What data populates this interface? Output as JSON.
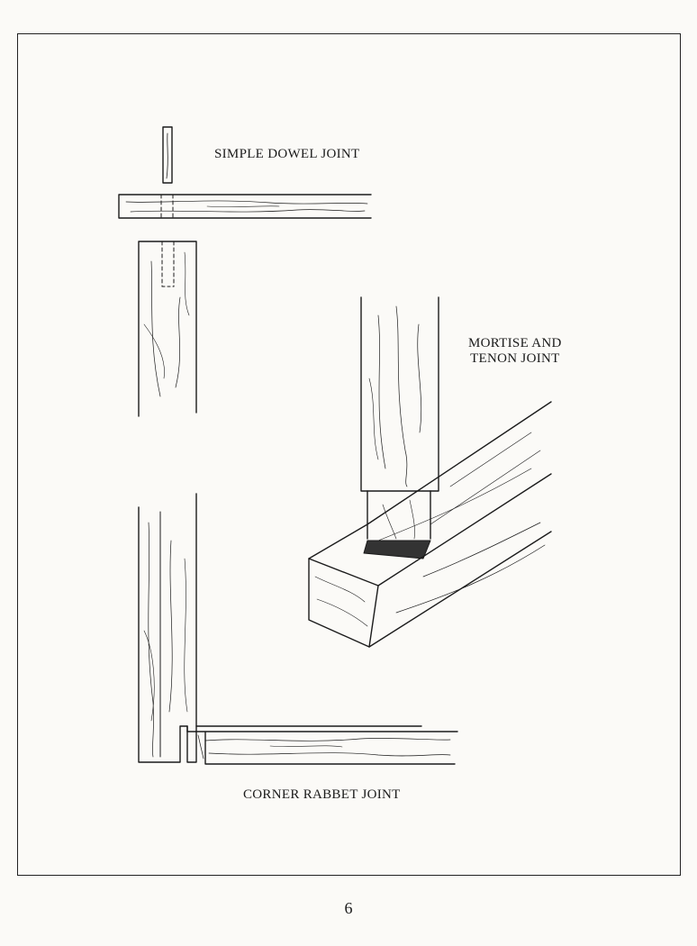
{
  "labels": {
    "simple_dowel": "SIMPLE DOWEL JOINT",
    "mortise_line1": "MORTISE AND",
    "mortise_line2": "TENON JOINT",
    "corner_rabbet": "CORNER RABBET JOINT"
  },
  "page_number": "6"
}
